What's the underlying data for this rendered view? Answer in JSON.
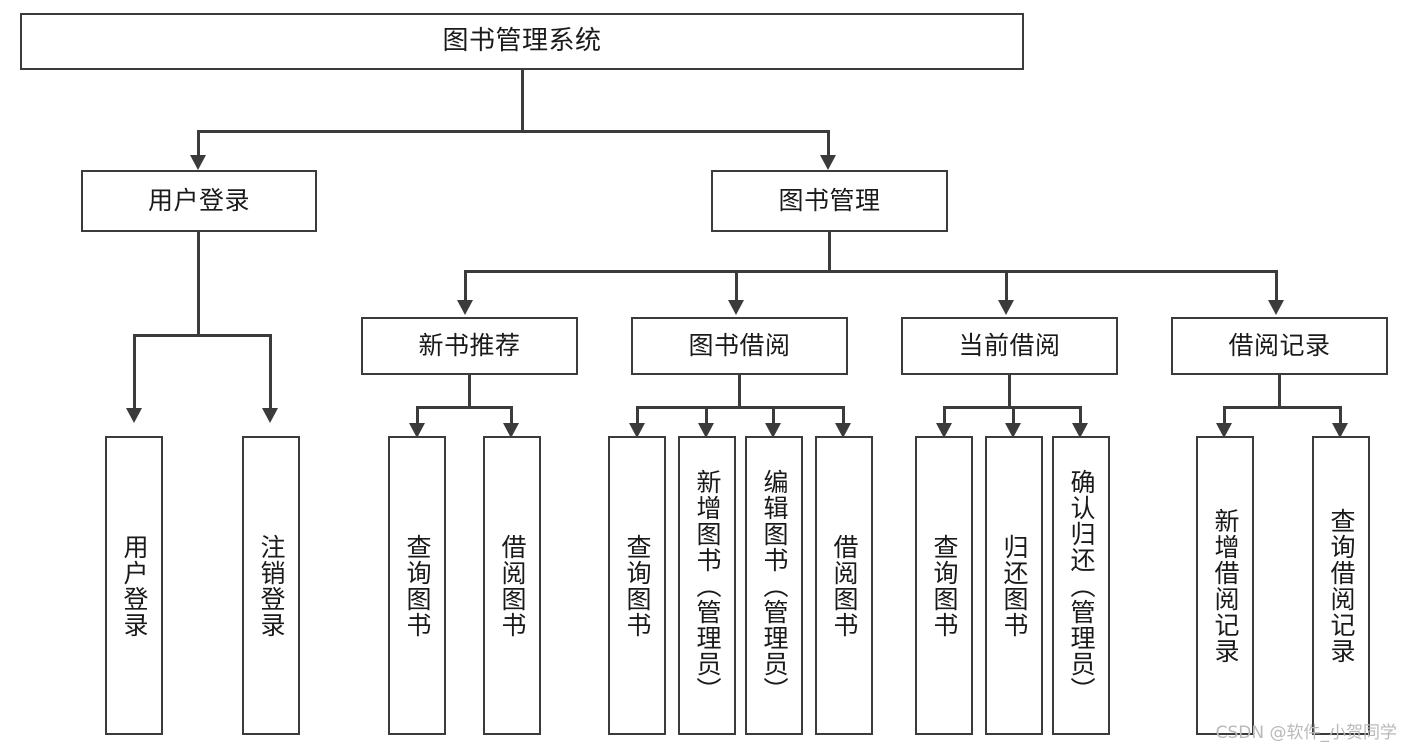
{
  "diagram": {
    "type": "tree",
    "title_node": {
      "id": "root",
      "label": "图书管理系统"
    },
    "level2": [
      {
        "id": "user-login",
        "label": "用户登录"
      },
      {
        "id": "book-manage",
        "label": "图书管理"
      }
    ],
    "level3": [
      {
        "id": "new-book-rec",
        "label": "新书推荐"
      },
      {
        "id": "book-borrow",
        "label": "图书借阅"
      },
      {
        "id": "current-borrow",
        "label": "当前借阅"
      },
      {
        "id": "borrow-record",
        "label": "借阅记录"
      }
    ],
    "leaves": {
      "user_login": [
        {
          "id": "leaf-user-login",
          "label": "用户登录"
        },
        {
          "id": "leaf-logout",
          "label": "注销登录"
        }
      ],
      "new_book_rec": [
        {
          "id": "leaf-query-book-1",
          "label": "查询图书"
        },
        {
          "id": "leaf-borrow-book-1",
          "label": "借阅图书"
        }
      ],
      "book_borrow": [
        {
          "id": "leaf-query-book-2",
          "label": "查询图书"
        },
        {
          "id": "leaf-add-book",
          "label": "新增图书（管理员）"
        },
        {
          "id": "leaf-edit-book",
          "label": "编辑图书（管理员）"
        },
        {
          "id": "leaf-borrow-book-2",
          "label": "借阅图书"
        }
      ],
      "current_borrow": [
        {
          "id": "leaf-query-book-3",
          "label": "查询图书"
        },
        {
          "id": "leaf-return-book",
          "label": "归还图书"
        },
        {
          "id": "leaf-confirm-return",
          "label": "确认归还（管理员）"
        }
      ],
      "borrow_record": [
        {
          "id": "leaf-add-record",
          "label": "新增借阅记录"
        },
        {
          "id": "leaf-query-record",
          "label": "查询借阅记录"
        }
      ]
    }
  },
  "watermark": {
    "text": "CSDN @软件_小贺同学"
  },
  "colors": {
    "stroke": "#3b3b3b",
    "background": "#ffffff",
    "text": "#1a1a1a",
    "watermark": "#b9b9b9"
  }
}
